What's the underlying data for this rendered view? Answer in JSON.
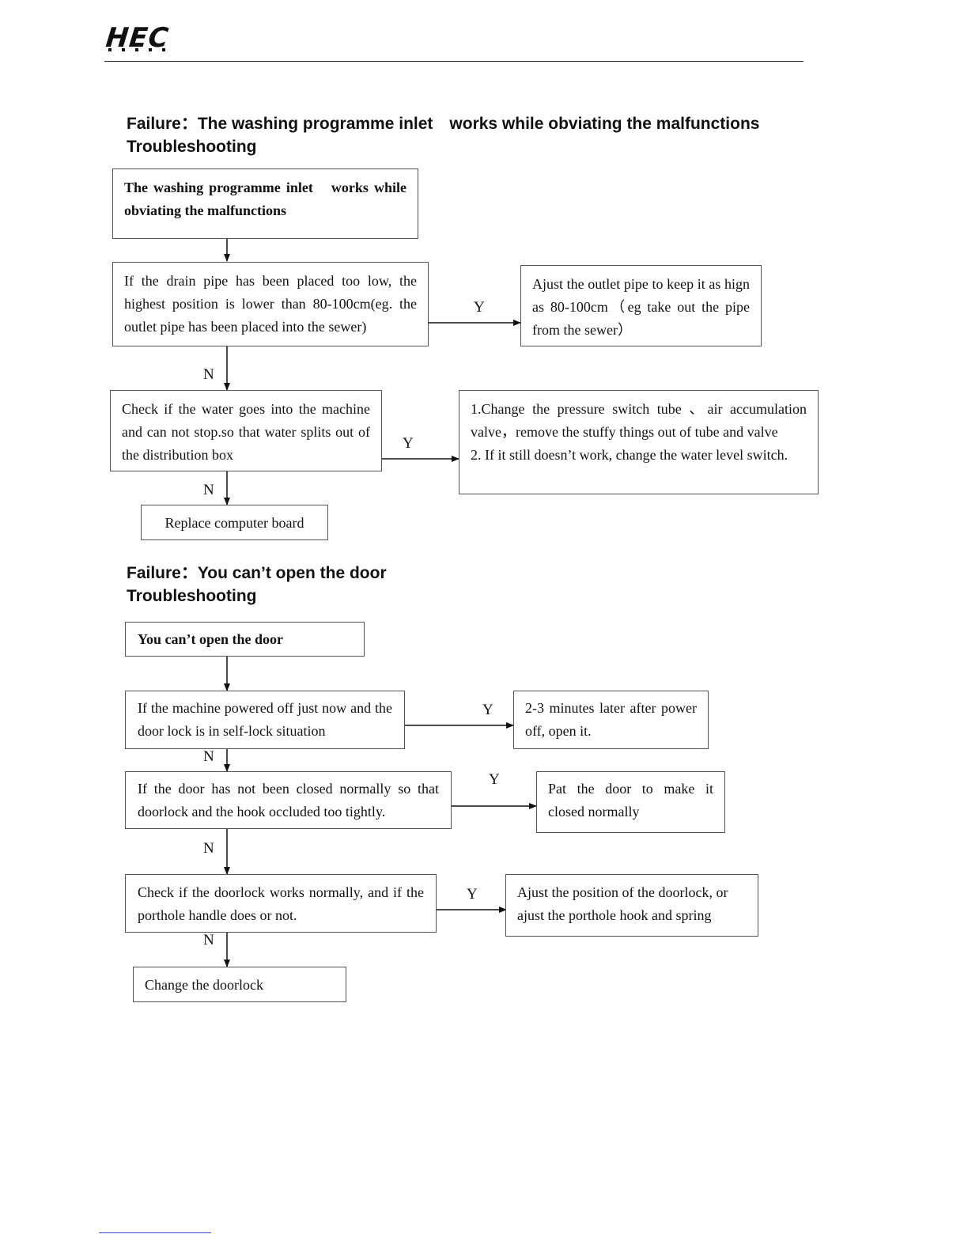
{
  "header": {
    "logo_text": "HEC",
    "logo_icon": "hec-logo-icon"
  },
  "section1": {
    "title_line1": "Failure：The washing programme inlet　works while obviating the malfunctions",
    "title_line2": "Troubleshooting",
    "start": "The washing programme inlet　works while obviating the malfunctions",
    "q1": "If the drain pipe has been placed too low, the highest position is lower than 80-100cm(eg. the outlet pipe has been placed into the sewer)",
    "a1": "Ajust the outlet pipe to keep it as hign as 80-100cm（eg take out the pipe from the sewer）",
    "q2": "Check if the water goes into the machine and can not stop.so that water splits out of the distribution box",
    "a2_line1": "1.Change the pressure switch tube 、air accumulation valve，remove the stuffy things out of tube and valve",
    "a2_line2": "2. If it still doesn’t work, change the water level switch.",
    "end": "Replace computer board",
    "yes": "Y",
    "no": "N"
  },
  "section2": {
    "title_line1": "Failure：You can’t open the door",
    "title_line2": "Troubleshooting",
    "start": "You can’t open the door",
    "q1": "If the machine powered off just now and the door lock is in self-lock situation",
    "a1": "2-3 minutes later after power off, open it.",
    "q2": "If the door has not been closed normally so that doorlock and the hook occluded too tightly.",
    "a2": "Pat the door to make it closed normally",
    "q3": "Check if the doorlock works normally, and if the porthole handle does or not.",
    "a3": "Ajust the position of the doorlock, or ajust the porthole hook and spring",
    "end": "Change the doorlock",
    "yes": "Y",
    "no": "N"
  }
}
